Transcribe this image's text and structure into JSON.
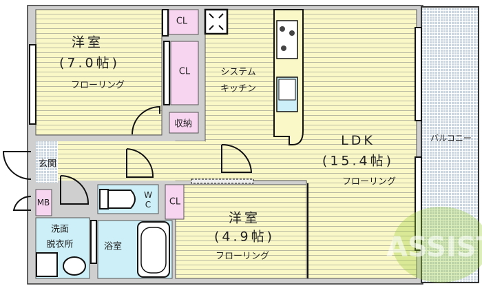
{
  "rooms": {
    "bedroom1": {
      "name": "洋室",
      "size": "(7.0帖)",
      "floor": "フローリング"
    },
    "bedroom2": {
      "name": "洋室",
      "size": "(4.9帖)",
      "floor": "フローリング"
    },
    "ldk": {
      "name": "LDK",
      "size": "(15.4帖)",
      "floor": "フローリング"
    },
    "kitchen": {
      "line1": "システム",
      "line2": "キッチン"
    },
    "closet_top": "CL",
    "closet_mid": "CL",
    "storage": "収納",
    "entrance": "玄関",
    "mb": "MB",
    "wc": "WC",
    "closet_wc": "CL",
    "washroom": {
      "line1": "洗面",
      "line2": "脱衣所"
    },
    "bath": "浴室",
    "balcony": "バルコニー"
  },
  "watermark": "ASSIST",
  "colors": {
    "floor": "#fbf8c8",
    "closet": "#f7d4f0",
    "wet": "#cdf0f8",
    "wall": "#cfcfcf",
    "balcony": "#dfe6ea",
    "watermark": "#9bcf3a"
  }
}
